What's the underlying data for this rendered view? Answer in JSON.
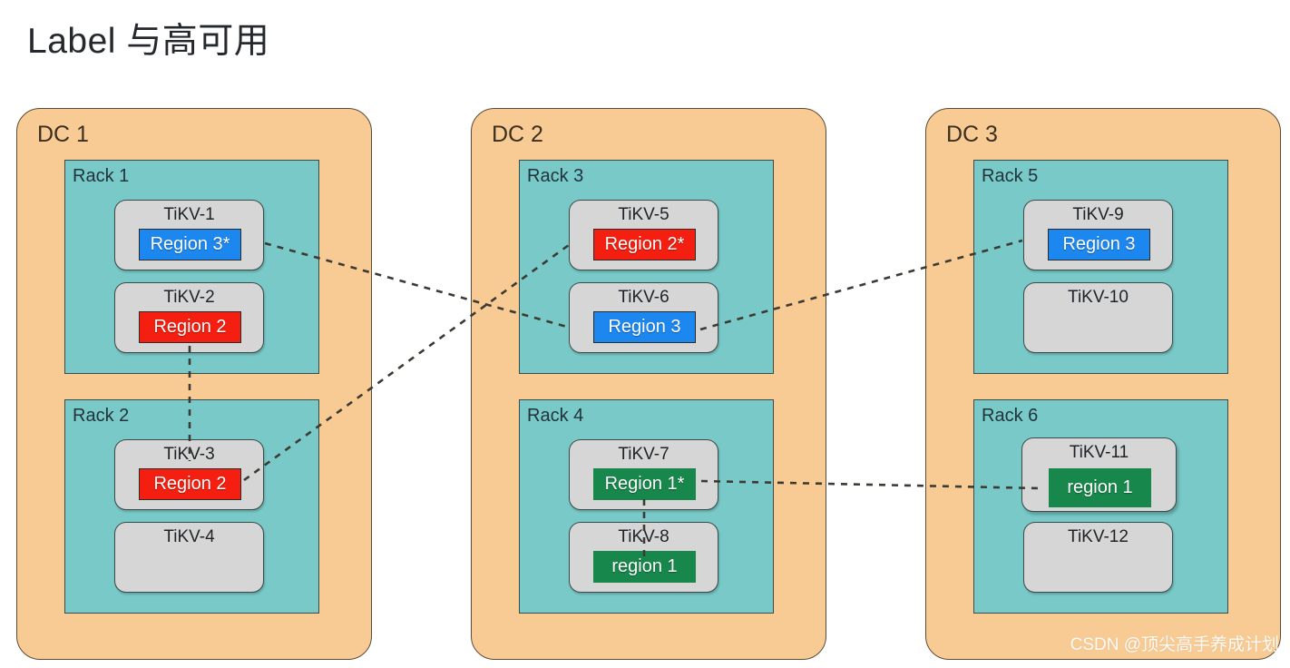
{
  "page": {
    "title": "Label 与高可用",
    "watermark": "CSDN @顶尖高手养成计划",
    "background": "#ffffff"
  },
  "colors": {
    "dc_fill": "#f8cb94",
    "dc_stroke": "#5b4a35",
    "rack_fill": "#79c9c9",
    "rack_stroke": "#3c4a48",
    "tikv_fill": "#d6d6d6",
    "tikv_stroke": "#3a4a48",
    "region_blue": "#1d87f0",
    "region_red": "#f41f10",
    "region_green": "#18874b",
    "link_stroke": "#3c3b33"
  },
  "datacenters": [
    {
      "id": "dc1",
      "label": "DC 1",
      "racks": [
        {
          "id": "rack1",
          "label": "Rack 1",
          "nodes": [
            {
              "id": "tikv-1",
              "label": "TiKV-1",
              "region": {
                "label": "Region 3*",
                "color": "blue"
              }
            },
            {
              "id": "tikv-2",
              "label": "TiKV-2",
              "region": {
                "label": "Region 2",
                "color": "red"
              }
            }
          ]
        },
        {
          "id": "rack2",
          "label": "Rack 2",
          "nodes": [
            {
              "id": "tikv-3",
              "label": "TiKV-3",
              "region": {
                "label": "Region 2",
                "color": "red"
              }
            },
            {
              "id": "tikv-4",
              "label": "TiKV-4",
              "region": null
            }
          ]
        }
      ]
    },
    {
      "id": "dc2",
      "label": "DC 2",
      "racks": [
        {
          "id": "rack3",
          "label": "Rack 3",
          "nodes": [
            {
              "id": "tikv-5",
              "label": "TiKV-5",
              "region": {
                "label": "Region 2*",
                "color": "red"
              }
            },
            {
              "id": "tikv-6",
              "label": "TiKV-6",
              "region": {
                "label": "Region 3",
                "color": "blue"
              }
            }
          ]
        },
        {
          "id": "rack4",
          "label": "Rack 4",
          "nodes": [
            {
              "id": "tikv-7",
              "label": "TiKV-7",
              "region": {
                "label": "Region 1*",
                "color": "green"
              }
            },
            {
              "id": "tikv-8",
              "label": "TiKV-8",
              "region": {
                "label": "region 1",
                "color": "green"
              }
            }
          ]
        }
      ]
    },
    {
      "id": "dc3",
      "label": "DC 3",
      "racks": [
        {
          "id": "rack5",
          "label": "Rack 5",
          "nodes": [
            {
              "id": "tikv-9",
              "label": "TiKV-9",
              "region": {
                "label": "Region 3",
                "color": "blue"
              }
            },
            {
              "id": "tikv-10",
              "label": "TiKV-10",
              "region": null
            }
          ]
        },
        {
          "id": "rack6",
          "label": "Rack 6",
          "nodes": [
            {
              "id": "tikv-11",
              "label": "TiKV-11",
              "region": {
                "label": "region 1",
                "color": "green"
              }
            },
            {
              "id": "tikv-12",
              "label": "TiKV-12",
              "region": null
            }
          ]
        }
      ]
    }
  ],
  "replica_links": [
    {
      "id": "link-region3-a",
      "from": "tikv-1",
      "to": "tikv-6",
      "region": "Region 3"
    },
    {
      "id": "link-region3-b",
      "from": "tikv-6",
      "to": "tikv-9",
      "region": "Region 3"
    },
    {
      "id": "link-region2-a",
      "from": "tikv-2",
      "to": "tikv-3",
      "region": "Region 2"
    },
    {
      "id": "link-region2-b",
      "from": "tikv-3",
      "to": "tikv-5",
      "region": "Region 2"
    },
    {
      "id": "link-region1-a",
      "from": "tikv-7",
      "to": "tikv-8",
      "region": "Region 1"
    },
    {
      "id": "link-region1-b",
      "from": "tikv-7",
      "to": "tikv-11",
      "region": "Region 1"
    }
  ]
}
